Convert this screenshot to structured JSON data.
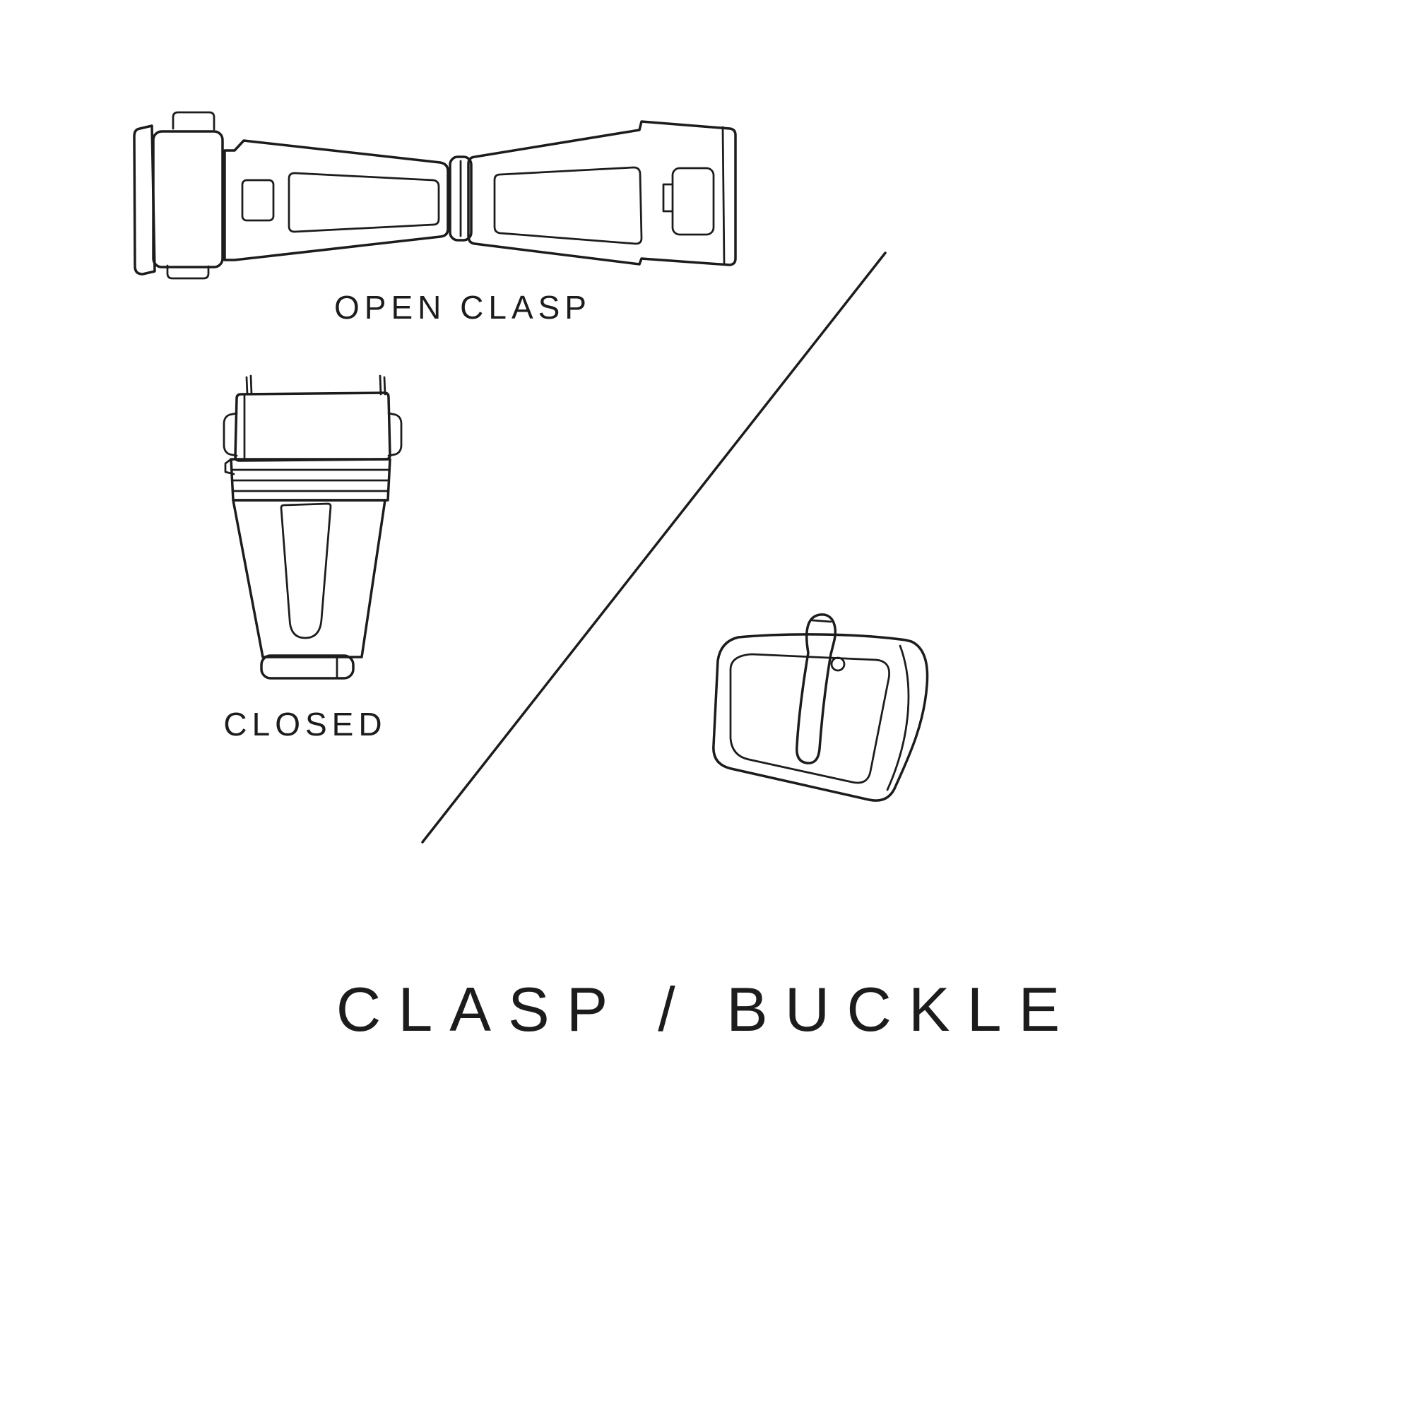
{
  "canvas": {
    "background": "#ffffff",
    "ink": "#1c1c1c"
  },
  "figures": {
    "open_clasp": {
      "icon": "open-clasp-illustration",
      "label": "OPEN CLASP"
    },
    "closed_clasp": {
      "icon": "closed-clasp-illustration",
      "label": "CLOSED"
    },
    "pin_buckle": {
      "icon": "pin-buckle-illustration"
    }
  },
  "divider": {
    "icon": "diagonal-divider-line"
  },
  "title": "CLASP / BUCKLE"
}
